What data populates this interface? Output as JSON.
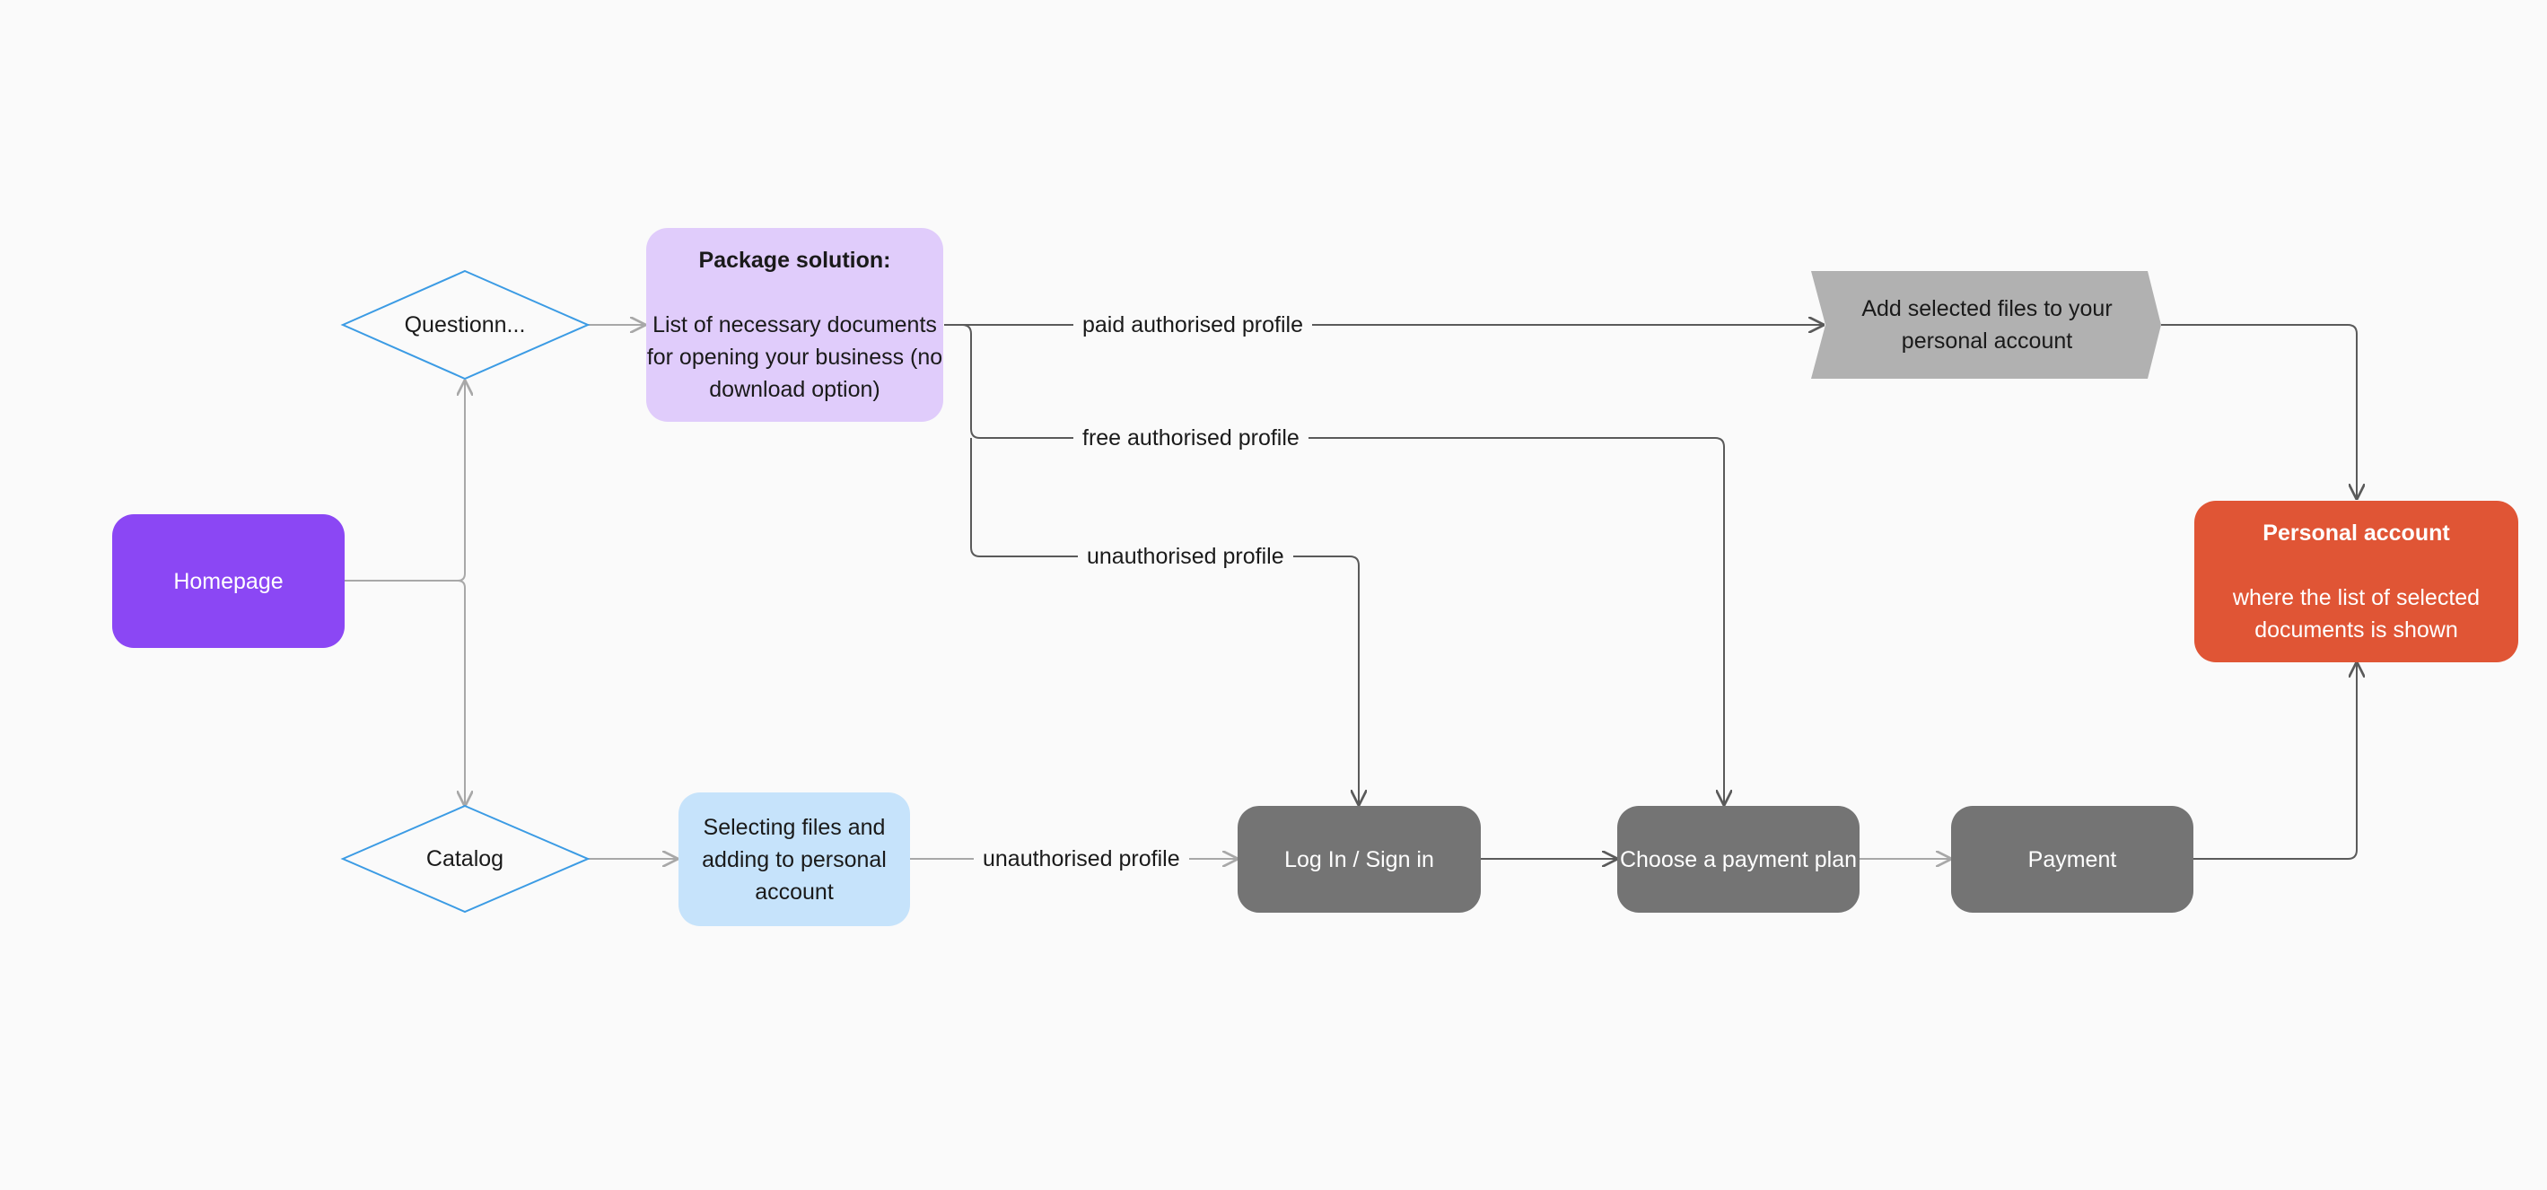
{
  "colors": {
    "background": "#fafafa",
    "homepage": "#8b47f4",
    "package": "#e0ccfb",
    "selecting": "#c6e3fb",
    "gray_step": "#747474",
    "add_files": "#b1b1b1",
    "personal_account": "#e05535",
    "diamond_stroke": "#3b9be4",
    "edge_light": "#a8a8a8",
    "edge_dark": "#5a5a5a"
  },
  "nodes": {
    "homepage": {
      "label": "Homepage"
    },
    "questionnaire": {
      "label": "Questionn..."
    },
    "catalog": {
      "label": "Catalog"
    },
    "package": {
      "title": "Package solution:",
      "line1": "List of necessary documents",
      "line2": "for opening your business (no",
      "line3": "download option)"
    },
    "selecting": {
      "line1": "Selecting files and",
      "line2": "adding to personal",
      "line3": "account"
    },
    "login": {
      "label": "Log In / Sign in"
    },
    "payment_plan": {
      "label": "Choose a payment plan"
    },
    "payment": {
      "label": "Payment"
    },
    "add_files": {
      "line1": "Add selected files to your",
      "line2": "personal account"
    },
    "personal_account": {
      "title": "Personal account",
      "line1": "where the list of selected",
      "line2": "documents is shown"
    }
  },
  "edges": {
    "paid": "paid authorised profile",
    "free": "free authorised profile",
    "unauth_top": "unauthorised profile",
    "unauth_bottom": "unauthorised profile"
  }
}
